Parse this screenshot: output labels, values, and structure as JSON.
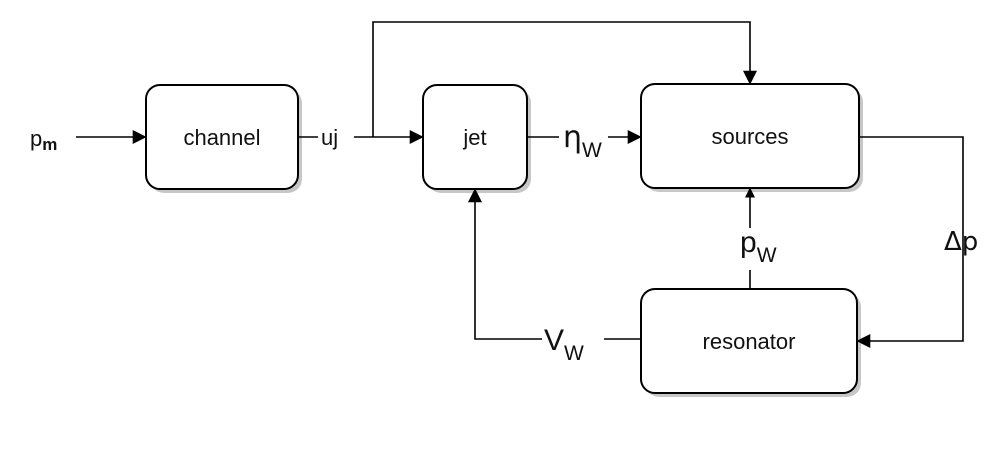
{
  "blocks": {
    "channel": "channel",
    "jet": "jet",
    "sources": "sources",
    "resonator": "resonator"
  },
  "signals": {
    "p_m": {
      "main": "p",
      "sub": "m"
    },
    "uj": "uj",
    "eta_w": {
      "main": "η",
      "sub": "W"
    },
    "p_w": {
      "main": "p",
      "sub": "W"
    },
    "delta_p": "Δp",
    "v_w": {
      "main": "V",
      "sub": "W"
    }
  }
}
